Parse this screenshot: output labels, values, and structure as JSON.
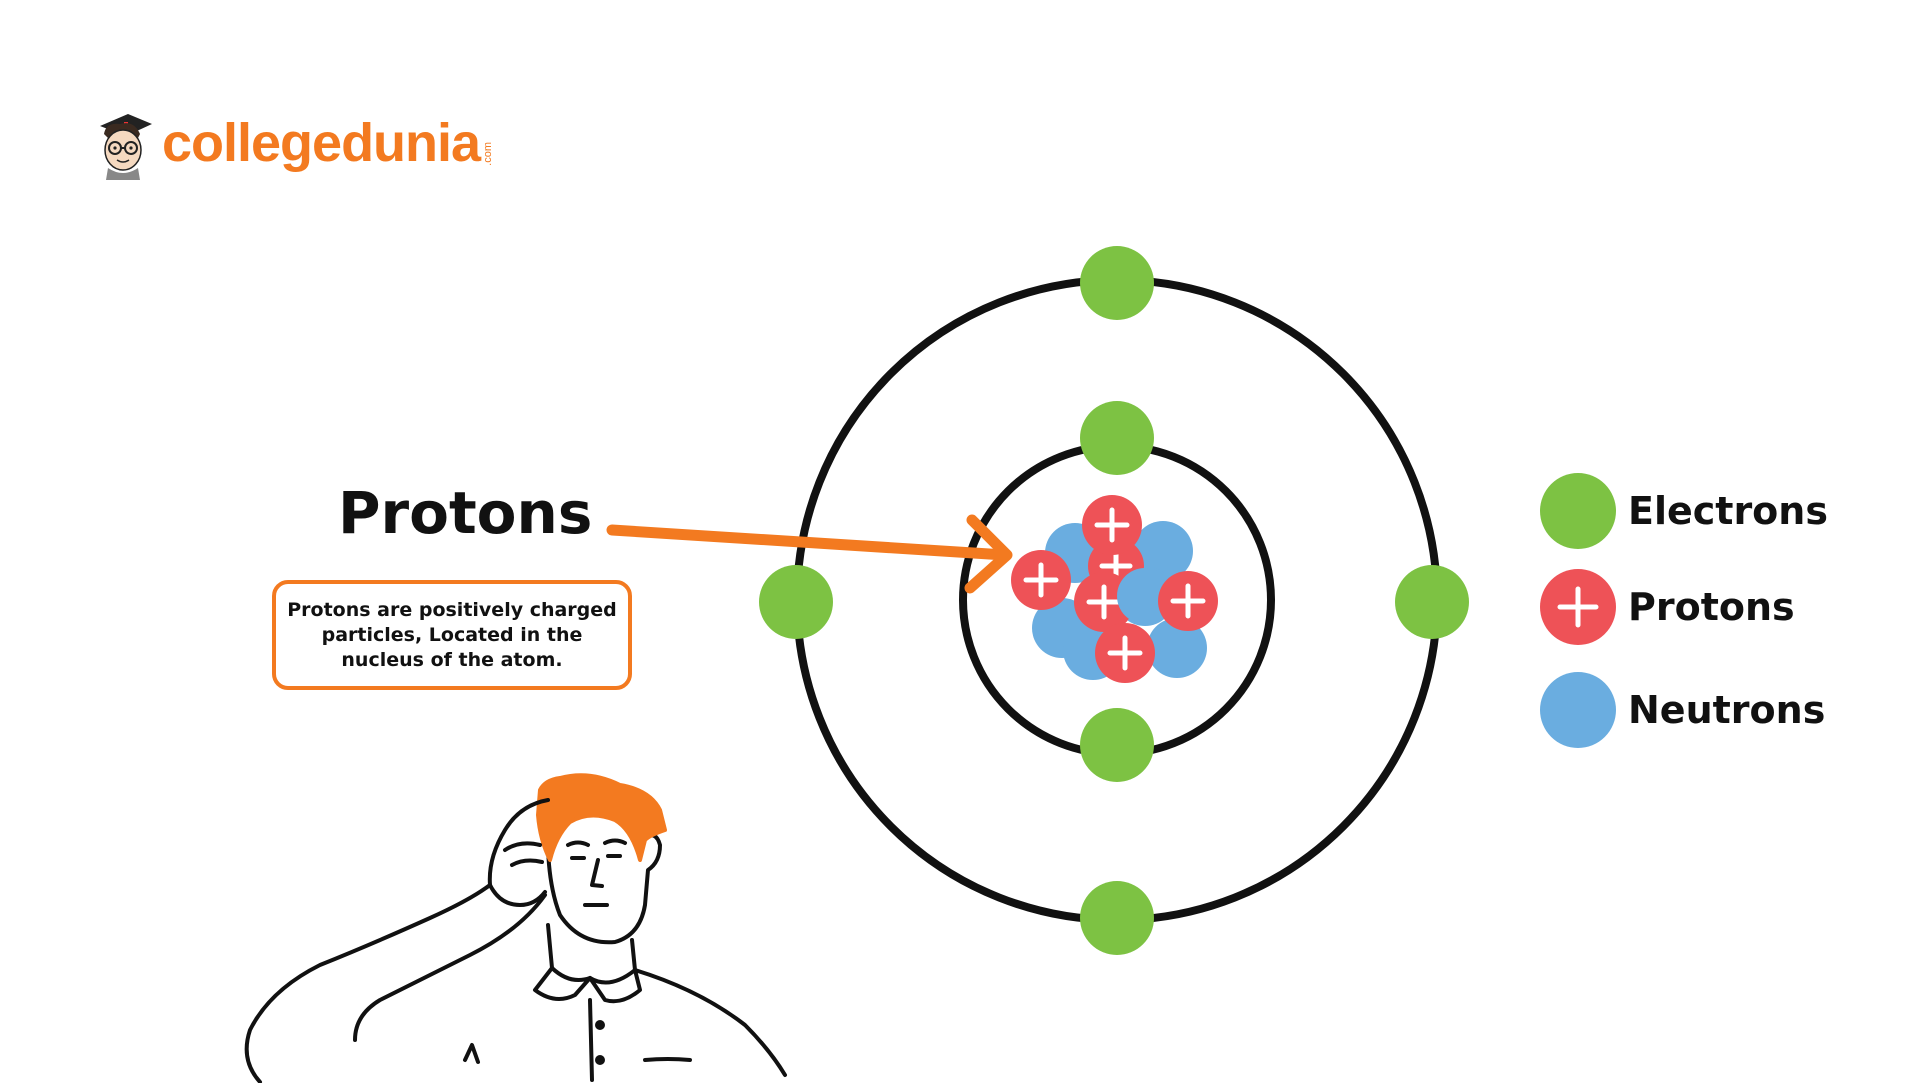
{
  "brand": {
    "name": "collegedunia",
    "suffix": ".com",
    "color": "#f37a20"
  },
  "callout": {
    "title": "Protons",
    "description": "Protons are positively charged particles, Located in the nucleus of the atom."
  },
  "legend": {
    "items": [
      {
        "label": "Electrons",
        "color": "#7dc243",
        "symbol": ""
      },
      {
        "label": "Protons",
        "color": "#ee5257",
        "symbol": "+"
      },
      {
        "label": "Neutrons",
        "color": "#6aade0",
        "symbol": ""
      }
    ]
  },
  "atom": {
    "shells": 2,
    "electrons_inner_shell": 2,
    "electrons_outer_shell": 4,
    "protons": 6,
    "neutrons": 6,
    "arrow_color": "#f37a20"
  },
  "colors": {
    "electron": "#7dc243",
    "proton": "#ee5257",
    "neutron": "#6aade0",
    "accent": "#f37a20",
    "hair": "#f37a20"
  }
}
